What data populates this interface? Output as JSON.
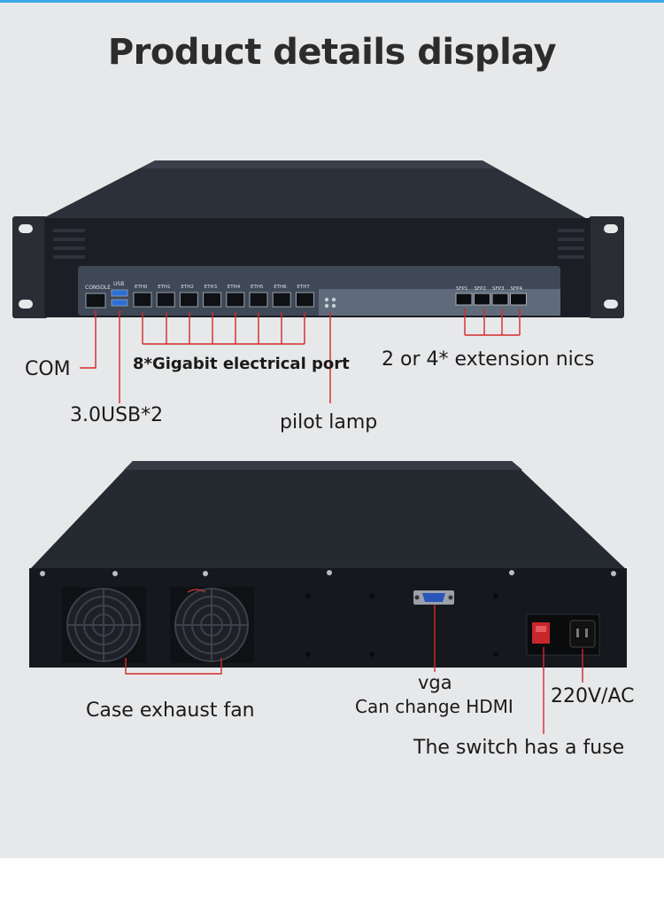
{
  "page": {
    "title": "Product details display",
    "accent_color": "#3aa7e6",
    "callout_line_color": "#d42a2a"
  },
  "front_panel": {
    "port_labels": {
      "console": "CONSOLE",
      "usb": "USB",
      "eth": [
        "ETH0",
        "ETH1",
        "ETH2",
        "ETH3",
        "ETH4",
        "ETH5",
        "ETH6",
        "ETH7"
      ],
      "sfp": [
        "SFP1",
        "SFP2",
        "SFP3",
        "SFP4"
      ]
    },
    "callouts": {
      "com": "COM",
      "usb": "3.0USB*2",
      "ethernet": "8*Gigabit electrical port",
      "extension": "2 or 4* extension nics",
      "pilot_lamp": "pilot lamp"
    }
  },
  "rear_panel": {
    "callouts": {
      "fan": "Case exhaust fan",
      "vga": "vga",
      "hdmi": "Can change HDMI",
      "power": "220V/AC",
      "switch": "The switch has a fuse"
    }
  }
}
